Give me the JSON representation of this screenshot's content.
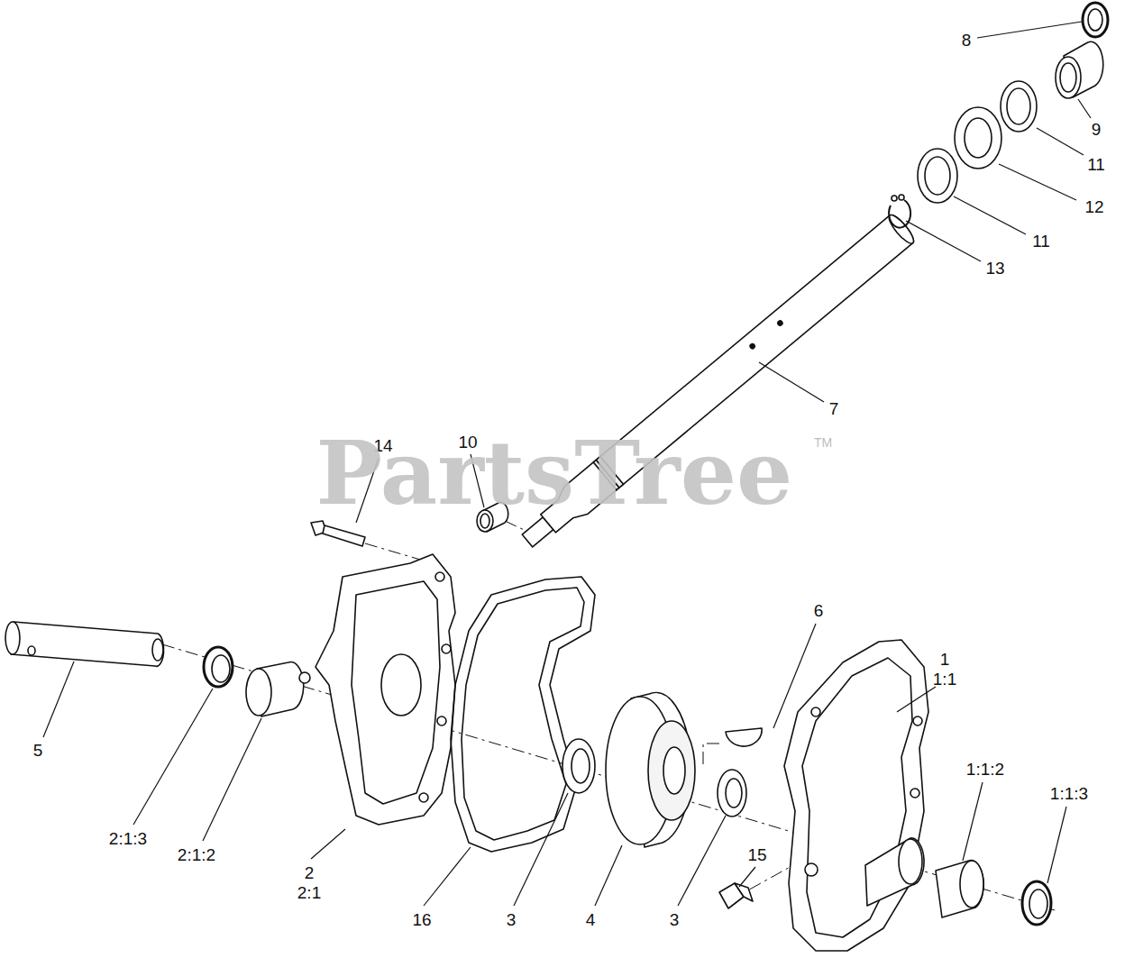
{
  "diagram": {
    "labels": [
      "8",
      "9",
      "11",
      "12",
      "11",
      "13",
      "7",
      "14",
      "10",
      "6",
      "1",
      "1:1",
      "5",
      "2:1:3",
      "2:1:2",
      "2",
      "2:1",
      "16",
      "3",
      "4",
      "3",
      "15",
      "1:1:2",
      "1:1:3",
      "PartsTree",
      "TM"
    ]
  }
}
